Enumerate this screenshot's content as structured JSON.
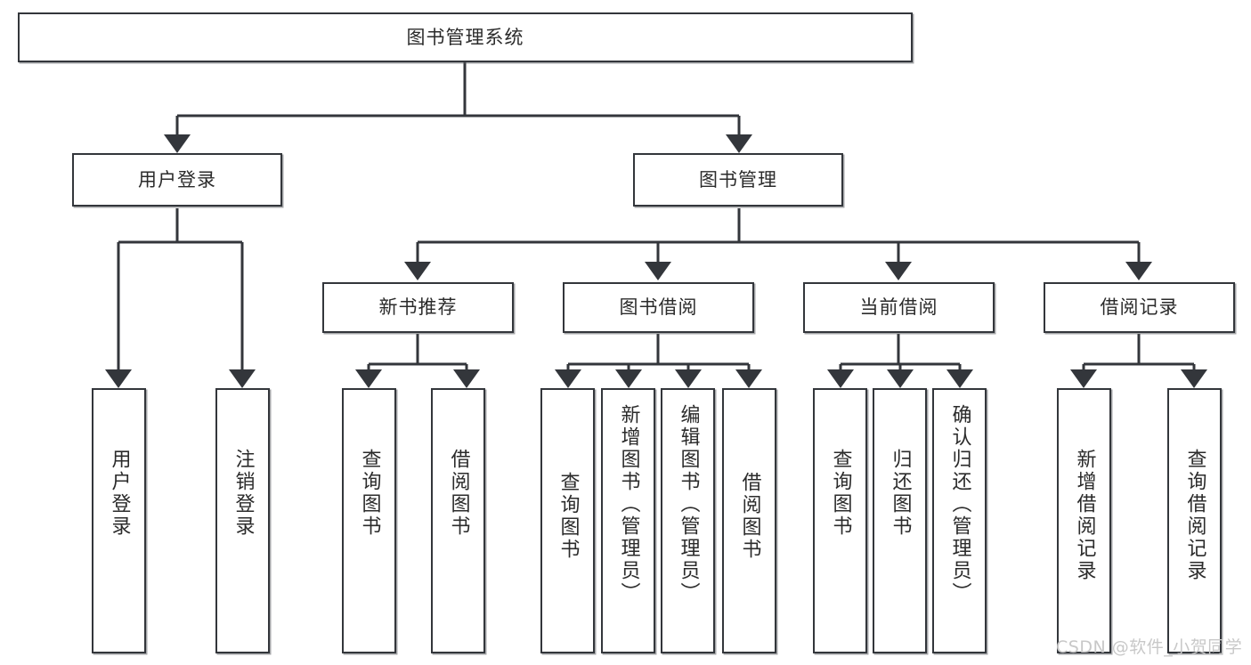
{
  "diagram": {
    "title": "图书管理系统",
    "watermark": "CSDN @软件_小贺同学",
    "line_color": "#33363b",
    "box_fill": "#ffffff",
    "text_color": "#2b2b2b",
    "levels": {
      "root": {
        "label": "图书管理系统"
      },
      "level2": [
        {
          "label": "用户登录"
        },
        {
          "label": "图书管理"
        }
      ],
      "level3": [
        {
          "label": "新书推荐"
        },
        {
          "label": "图书借阅"
        },
        {
          "label": "当前借阅"
        },
        {
          "label": "借阅记录"
        }
      ],
      "leaves": {
        "user_login": [
          {
            "label": "用户登录"
          },
          {
            "label": "注销登录"
          }
        ],
        "new_book_recommend": [
          {
            "label": "查询图书"
          },
          {
            "label": "借阅图书"
          }
        ],
        "book_borrow": [
          {
            "label": "查询图书"
          },
          {
            "label": "新增图书（管理员）"
          },
          {
            "label": "编辑图书（管理员）"
          },
          {
            "label": "借阅图书"
          }
        ],
        "current_borrow": [
          {
            "label": "查询图书"
          },
          {
            "label": "归还图书"
          },
          {
            "label": "确认归还（管理员）"
          }
        ],
        "borrow_record": [
          {
            "label": "新增借阅记录"
          },
          {
            "label": "查询借阅记录"
          }
        ]
      }
    }
  }
}
